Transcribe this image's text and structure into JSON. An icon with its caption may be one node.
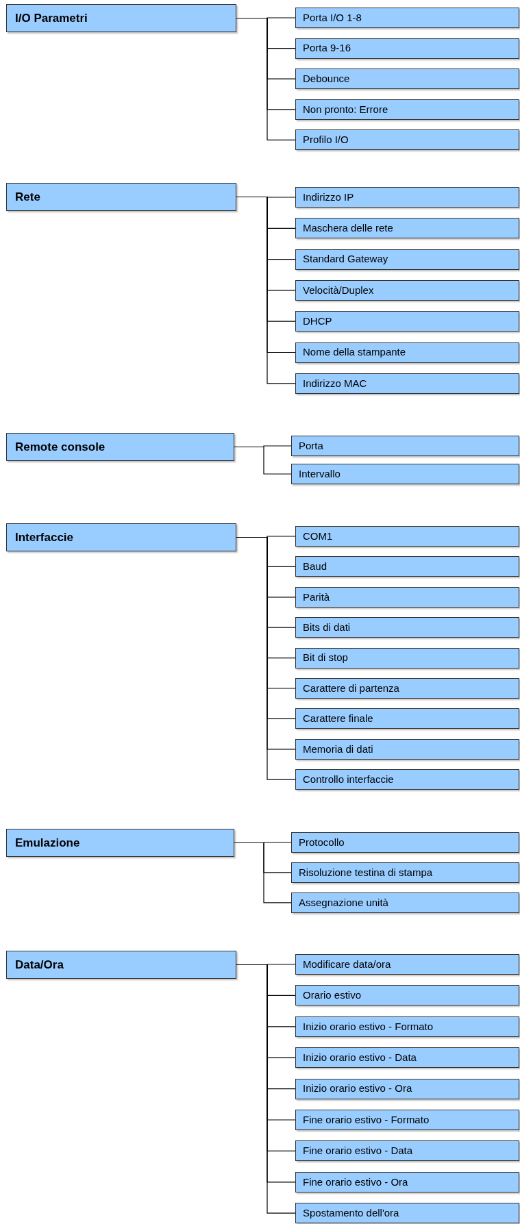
{
  "diagram": {
    "nodes": [
      {
        "text": [
          "I/O Parametri"
        ]
      },
      {
        "text": [
          "Porta I/O 1-8"
        ]
      },
      {
        "text": [
          "Porta 9-16"
        ]
      },
      {
        "text": [
          "Debounce"
        ]
      },
      {
        "text": [
          "Non pronto: Errore"
        ]
      },
      {
        "text": [
          "Profilo I/O"
        ]
      },
      {
        "text": [
          "Rete"
        ]
      },
      {
        "text": [
          "Indirizzo IP"
        ]
      },
      {
        "text": [
          "Maschera delle rete"
        ]
      },
      {
        "text": [
          "Standard Gateway"
        ]
      },
      {
        "text": [
          "Velocità/Duplex"
        ]
      },
      {
        "text": [
          "DHCP"
        ]
      },
      {
        "text": [
          "Nome della stampante"
        ]
      },
      {
        "text": [
          "Indirizzo MAC"
        ]
      },
      {
        "text": [
          "Remote console"
        ]
      },
      {
        "text": [
          "Porta"
        ]
      },
      {
        "text": [
          "Intervallo"
        ]
      },
      {
        "text": [
          "Interfaccie"
        ]
      },
      {
        "text": [
          "COM1"
        ]
      },
      {
        "text": [
          "Baud"
        ]
      },
      {
        "text": [
          "Parità"
        ]
      },
      {
        "text": [
          "Bits di dati"
        ]
      },
      {
        "text": [
          "Bit di stop"
        ]
      },
      {
        "text": [
          "Carattere di partenza"
        ]
      },
      {
        "text": [
          "Carattere finale"
        ]
      },
      {
        "text": [
          "Memoria di dati"
        ]
      },
      {
        "text": [
          "Controllo interfaccie"
        ]
      },
      {
        "text": [
          "Emulazione"
        ]
      },
      {
        "text": [
          "Protocollo"
        ]
      },
      {
        "text": [
          "Risoluzione testina di stampa"
        ]
      },
      {
        "text": [
          "Assegnazione unità"
        ]
      },
      {
        "text": [
          "Data/Ora"
        ]
      },
      {
        "text": [
          "Modificare data/ora"
        ]
      },
      {
        "text": [
          "Orario estivo"
        ]
      },
      {
        "text": [
          "Inizio orario estivo - Formato"
        ]
      },
      {
        "text": [
          "Inizio orario estivo - Data"
        ]
      },
      {
        "text": [
          "Inizio orario estivo - Ora"
        ]
      },
      {
        "text": [
          "Fine orario estivo - Formato"
        ]
      },
      {
        "text": [
          "Fine orario estivo - Data"
        ]
      },
      {
        "text": [
          "Fine orario estivo - Ora"
        ]
      },
      {
        "text": [
          "Spostamento dell'ora"
        ]
      }
    ],
    "edges": [
      {
        "from": 0,
        "to": 1,
        "arrow": "none"
      },
      {
        "from": 0,
        "to": 2,
        "arrow": "none"
      },
      {
        "from": 0,
        "to": 3,
        "arrow": "none"
      },
      {
        "from": 0,
        "to": 4,
        "arrow": "none"
      },
      {
        "from": 0,
        "to": 5,
        "arrow": "none"
      },
      {
        "from": 6,
        "to": 7,
        "arrow": "none"
      },
      {
        "from": 6,
        "to": 8,
        "arrow": "none"
      },
      {
        "from": 6,
        "to": 9,
        "arrow": "none"
      },
      {
        "from": 6,
        "to": 10,
        "arrow": "none"
      },
      {
        "from": 6,
        "to": 11,
        "arrow": "none"
      },
      {
        "from": 6,
        "to": 12,
        "arrow": "none"
      },
      {
        "from": 6,
        "to": 13,
        "arrow": "none"
      },
      {
        "from": 14,
        "to": 15,
        "arrow": "none"
      },
      {
        "from": 14,
        "to": 16,
        "arrow": "none"
      },
      {
        "from": 17,
        "to": 18,
        "arrow": "none"
      },
      {
        "from": 17,
        "to": 19,
        "arrow": "none"
      },
      {
        "from": 17,
        "to": 20,
        "arrow": "none"
      },
      {
        "from": 17,
        "to": 21,
        "arrow": "none"
      },
      {
        "from": 17,
        "to": 22,
        "arrow": "none"
      },
      {
        "from": 17,
        "to": 23,
        "arrow": "none"
      },
      {
        "from": 17,
        "to": 24,
        "arrow": "none"
      },
      {
        "from": 17,
        "to": 25,
        "arrow": "none"
      },
      {
        "from": 17,
        "to": 26,
        "arrow": "none"
      },
      {
        "from": 27,
        "to": 28,
        "arrow": "none"
      },
      {
        "from": 27,
        "to": 29,
        "arrow": "none"
      },
      {
        "from": 27,
        "to": 30,
        "arrow": "none"
      },
      {
        "from": 31,
        "to": 32,
        "arrow": "none"
      },
      {
        "from": 31,
        "to": 33,
        "arrow": "none"
      },
      {
        "from": 31,
        "to": 34,
        "arrow": "none"
      },
      {
        "from": 31,
        "to": 35,
        "arrow": "none"
      },
      {
        "from": 31,
        "to": 36,
        "arrow": "none"
      },
      {
        "from": 31,
        "to": 37,
        "arrow": "none"
      },
      {
        "from": 31,
        "to": 38,
        "arrow": "none"
      },
      {
        "from": 31,
        "to": 39,
        "arrow": "none"
      },
      {
        "from": 31,
        "to": 40,
        "arrow": "none"
      }
    ]
  }
}
